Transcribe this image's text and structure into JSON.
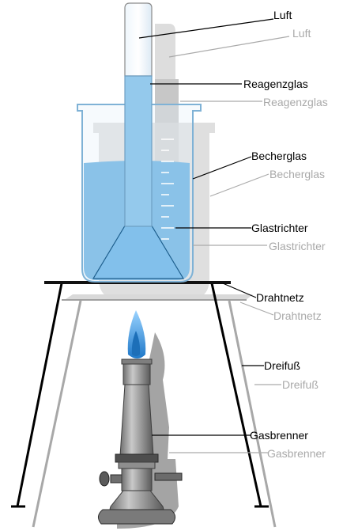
{
  "labels": [
    {
      "id": "luft",
      "text": "Luft"
    },
    {
      "id": "reagenzglas",
      "text": "Reagenzglas"
    },
    {
      "id": "becherglas",
      "text": "Becherglas"
    },
    {
      "id": "glastrichter",
      "text": "Glastrichter"
    },
    {
      "id": "drahtnetz",
      "text": "Drahtnetz"
    },
    {
      "id": "dreifuss",
      "text": "Dreifuß"
    },
    {
      "id": "gasbrenner",
      "text": "Gasbrenner"
    }
  ],
  "colors": {
    "water": "#5aa9df",
    "water_dark": "#3e8fc9",
    "glass_edge": "#7fb2d6",
    "shadow": "#c2c2c2",
    "shadow_dark": "#9a9a9a",
    "metal": "#8a8a8a",
    "metal_dark": "#555555",
    "flame_outer": "#49a8e8",
    "flame_inner": "#1d6fb8"
  },
  "icons": {
    "flame": "burner-flame-icon",
    "tripod": "tripod-icon"
  }
}
